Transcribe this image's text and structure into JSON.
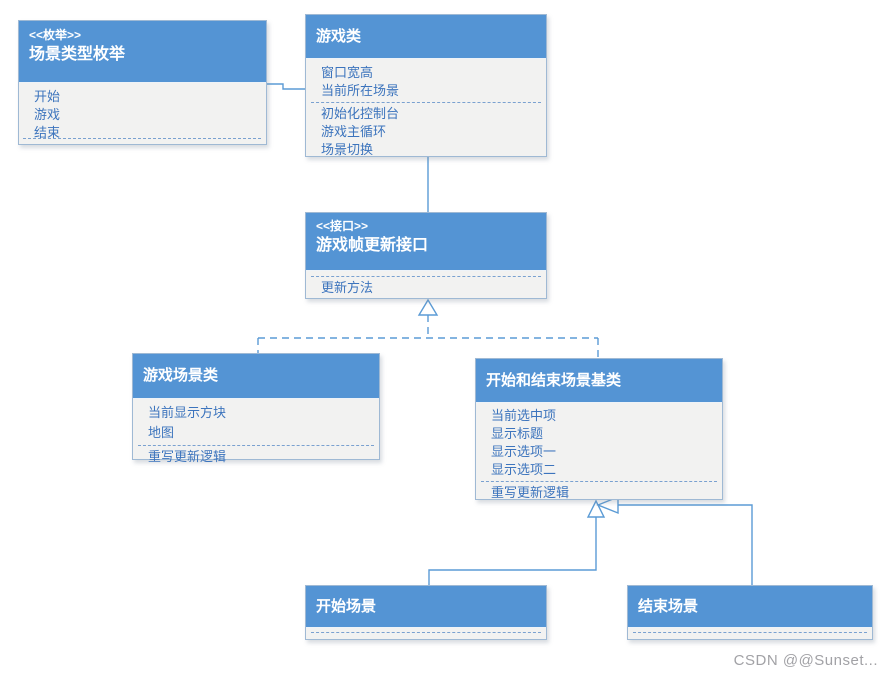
{
  "diagram_type": "uml-class-diagram",
  "colors": {
    "header_blue": "#5494d4",
    "body_background": "#f2f2f1",
    "member_text_blue": "#3c74bd",
    "connector_blue": "#5b9bd5",
    "box_border": "#9fb9d4",
    "watermark_gray": "#a2a2a6"
  },
  "classes": {
    "enum": {
      "stereotype": "<<枚举>>",
      "title": "场景类型枚举",
      "members": [
        "开始",
        "游戏",
        "结束"
      ]
    },
    "game": {
      "title": "游戏类",
      "attributes": [
        "窗口宽高",
        "当前所在场景"
      ],
      "methods": [
        "初始化控制台",
        "游戏主循环",
        "场景切换"
      ]
    },
    "interface": {
      "stereotype": "<<接口>>",
      "title": "游戏帧更新接口",
      "methods": [
        "更新方法"
      ]
    },
    "game_scene": {
      "title": "游戏场景类",
      "attributes": [
        "当前显示方块",
        "地图"
      ],
      "methods": [
        "重写更新逻辑"
      ]
    },
    "base_scene": {
      "title": "开始和结束场景基类",
      "attributes": [
        "当前选中项",
        "显示标题",
        "显示选项一",
        "显示选项二"
      ],
      "methods": [
        "重写更新逻辑"
      ]
    },
    "start_scene": {
      "title": "开始场景"
    },
    "end_scene": {
      "title": "结束场景"
    }
  },
  "relations": [
    {
      "type": "association",
      "from": "场景类型枚举",
      "to": "游戏类",
      "style": "solid"
    },
    {
      "type": "association",
      "from": "游戏类",
      "to": "游戏帧更新接口",
      "style": "solid"
    },
    {
      "type": "realization",
      "from": "游戏场景类",
      "to": "游戏帧更新接口",
      "style": "dashed-hollow-triangle"
    },
    {
      "type": "realization",
      "from": "开始和结束场景基类",
      "to": "游戏帧更新接口",
      "style": "dashed-hollow-triangle"
    },
    {
      "type": "generalization",
      "from": "开始场景",
      "to": "开始和结束场景基类",
      "style": "solid-hollow-triangle"
    },
    {
      "type": "generalization",
      "from": "结束场景",
      "to": "开始和结束场景基类",
      "style": "solid-hollow-triangle"
    }
  ],
  "watermark": {
    "text": "CSDN @@Sunset..."
  }
}
